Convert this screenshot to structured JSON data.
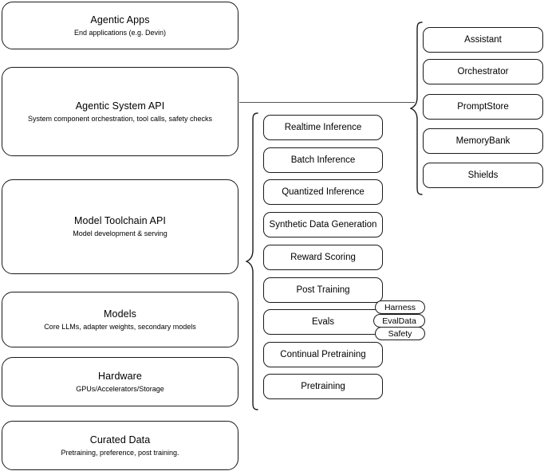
{
  "diagram": {
    "title": "AI Stack Layers Architecture Diagram",
    "stroke_color": "#1a1a1a",
    "connector_color": "#555555",
    "background_color": "#ffffff"
  },
  "layers": [
    {
      "title": "Agentic Apps",
      "subtitle": "End applications (e.g. Devin)"
    },
    {
      "title": "Agentic System API",
      "subtitle": "System component orchestration, tool calls, safety checks"
    },
    {
      "title": "Model Toolchain API",
      "subtitle": "Model development & serving"
    },
    {
      "title": "Models",
      "subtitle": "Core LLMs, adapter weights, secondary models"
    },
    {
      "title": "Hardware",
      "subtitle": "GPUs/Accelerators/Storage"
    },
    {
      "title": "Curated Data",
      "subtitle": "Pretraining, preference, post training."
    }
  ],
  "toolchain_components": [
    {
      "label": "Realtime Inference"
    },
    {
      "label": "Batch Inference"
    },
    {
      "label": "Quantized Inference"
    },
    {
      "label": "Synthetic Data Generation"
    },
    {
      "label": "Reward Scoring"
    },
    {
      "label": "Post Training"
    },
    {
      "label": "Evals"
    },
    {
      "label": "Continual Pretraining"
    },
    {
      "label": "Pretraining"
    }
  ],
  "eval_badges": [
    {
      "label": "Harness"
    },
    {
      "label": "EvalData"
    },
    {
      "label": "Safety"
    }
  ],
  "system_components": [
    {
      "label": "Assistant"
    },
    {
      "label": "Orchestrator"
    },
    {
      "label": "PromptStore"
    },
    {
      "label": "MemoryBank"
    },
    {
      "label": "Shields"
    }
  ]
}
